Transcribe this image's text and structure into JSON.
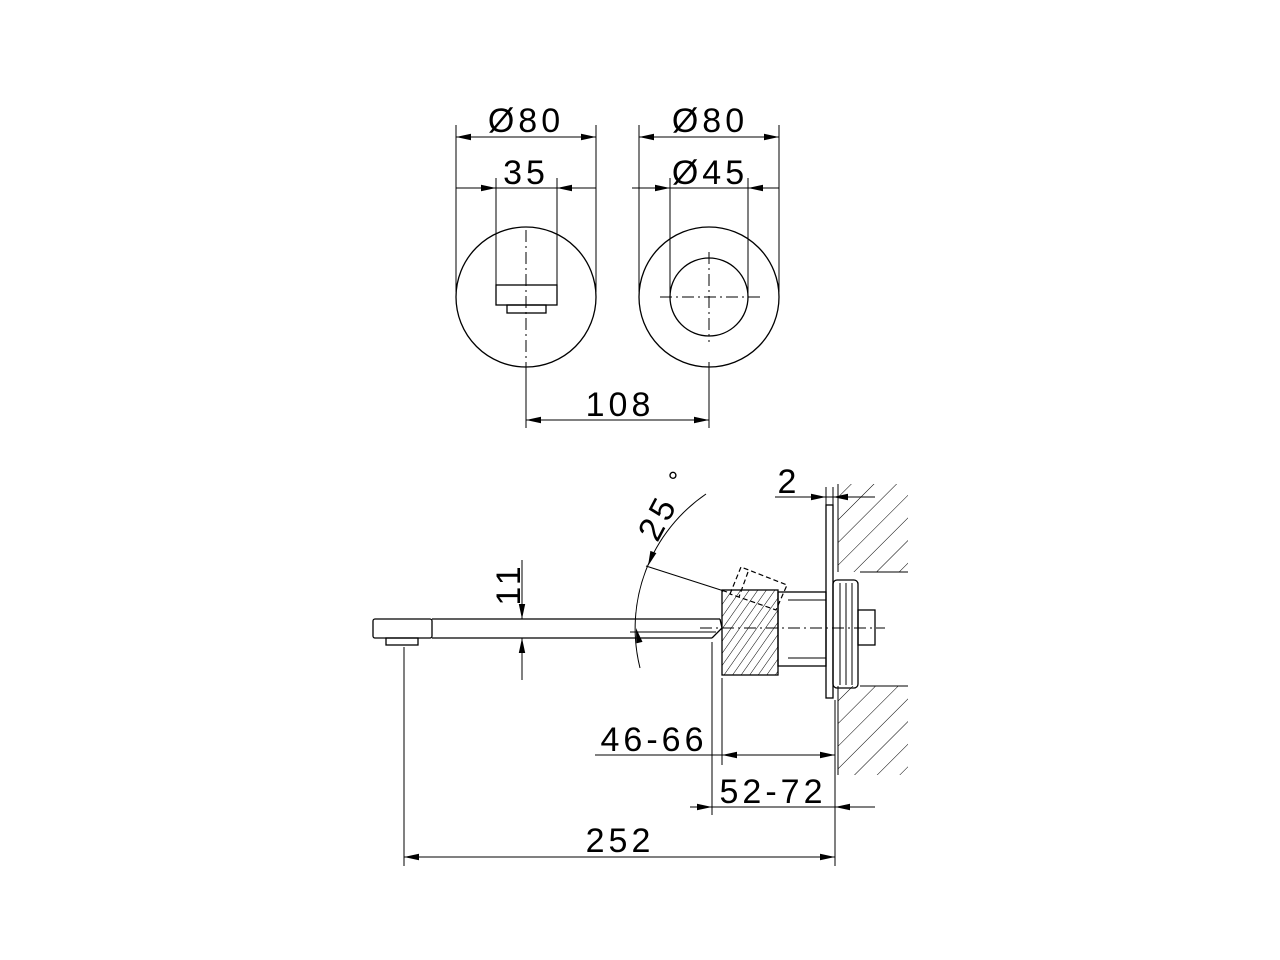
{
  "front_view": {
    "outlet_plate": {
      "diameter_label": "Ø80",
      "width_label": "35"
    },
    "handle_plate": {
      "diameter_label": "Ø80",
      "inner_diameter_label": "Ø45"
    },
    "spacing_label": "108"
  },
  "side_view": {
    "plate_thickness_label": "2",
    "angle_label": "25",
    "angle_unit": "°",
    "spout_height_label": "11",
    "projection_min_label": "46-66",
    "projection_max_label": "52-72",
    "overall_length_label": "252"
  },
  "colors": {
    "line": "#000000",
    "background": "#ffffff"
  }
}
